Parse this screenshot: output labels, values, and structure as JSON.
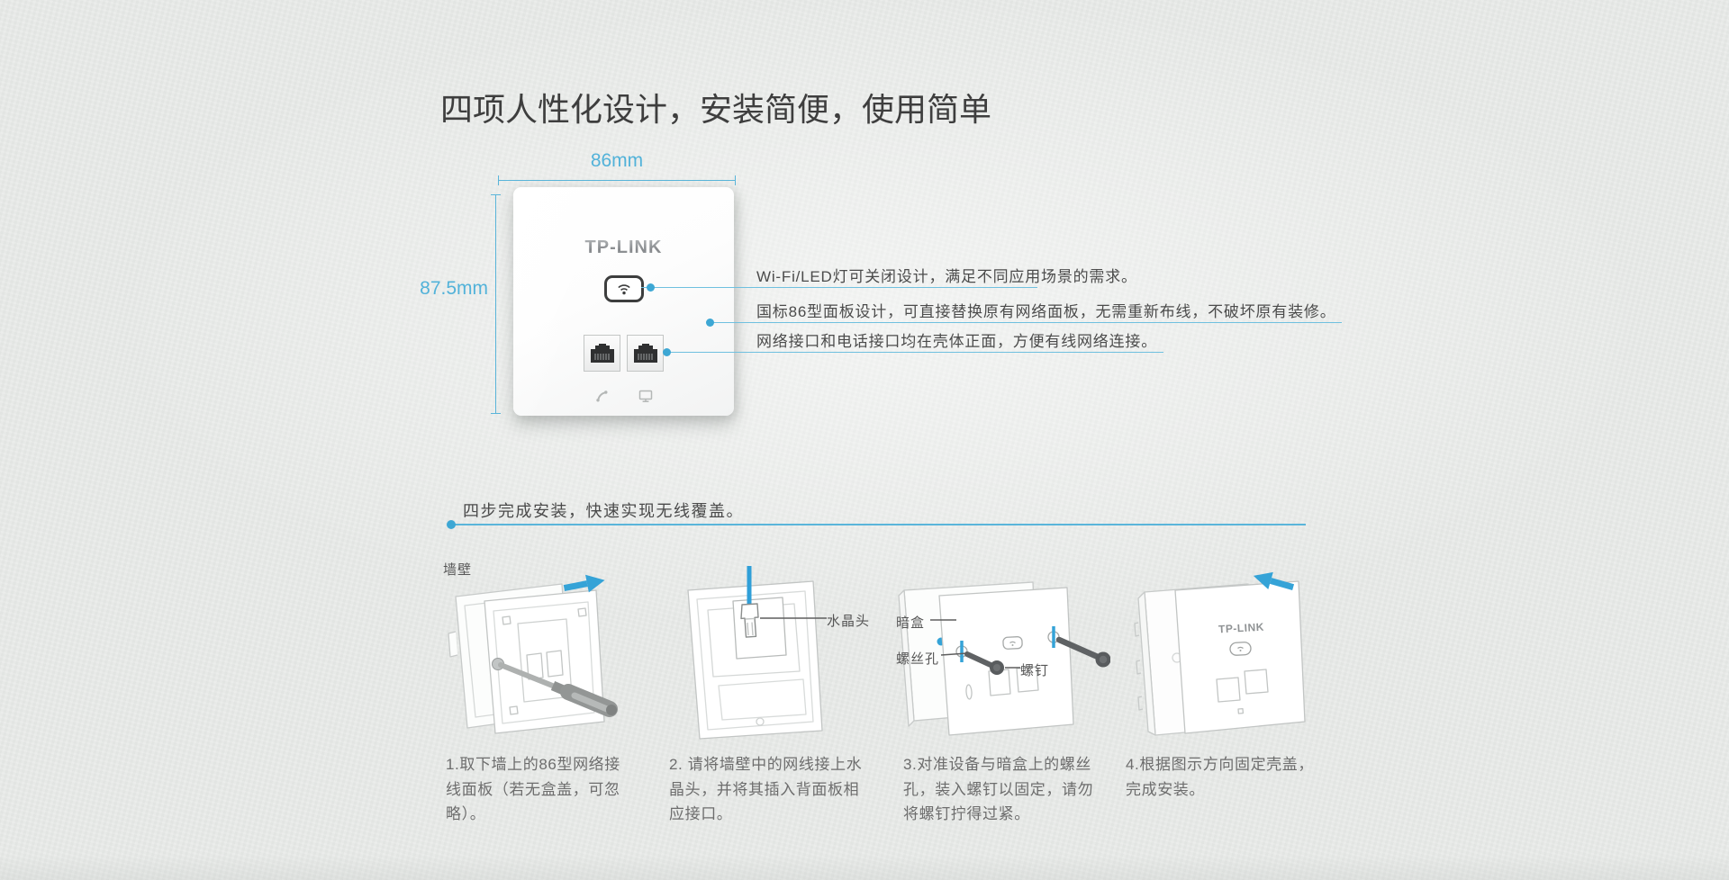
{
  "page": {
    "title": "四项人性化设计，安装简便，使用简单"
  },
  "product": {
    "brand": "TP-LINK",
    "dimensions": {
      "width": "86mm",
      "height": "87.5mm"
    },
    "features": [
      "Wi-Fi/LED灯可关闭设计，满足不同应用场景的需求。",
      "国标86型面板设计，可直接替换原有网络面板，无需重新布线，不破坏原有装修。",
      "网络接口和电话接口均在壳体正面，方便有线网络连接。"
    ],
    "led_icon": "wifi",
    "port_icons": {
      "left": "phone-handset",
      "right": "computer-monitor"
    }
  },
  "install": {
    "heading": "四步完成安装，快速实现无线覆盖。",
    "steps": [
      {
        "caption": "1.取下墙上的86型网络接线面板（若无盒盖，可忽略）。",
        "label_wall": "墙壁"
      },
      {
        "caption": "2. 请将墙壁中的网线接上水晶头，并将其插入背面板相应接口。",
        "label_connector": "水晶头"
      },
      {
        "caption": "3.对准设备与暗盒上的螺丝孔，装入螺钉以固定，请勿将螺钉拧得过紧。",
        "label_box": "暗盒",
        "label_screw_hole": "螺丝孔",
        "label_screw": "螺钉"
      },
      {
        "caption": "4.根据图示方向固定壳盖，完成安装。"
      }
    ]
  },
  "colors": {
    "background": "#e9ebe9",
    "accent_blue": "#52b2d9",
    "arrow_blue": "#35a3d7",
    "title_text": "#3e3e3e",
    "feature_text": "#4b4b4b",
    "caption_text": "#6d6d6d"
  }
}
